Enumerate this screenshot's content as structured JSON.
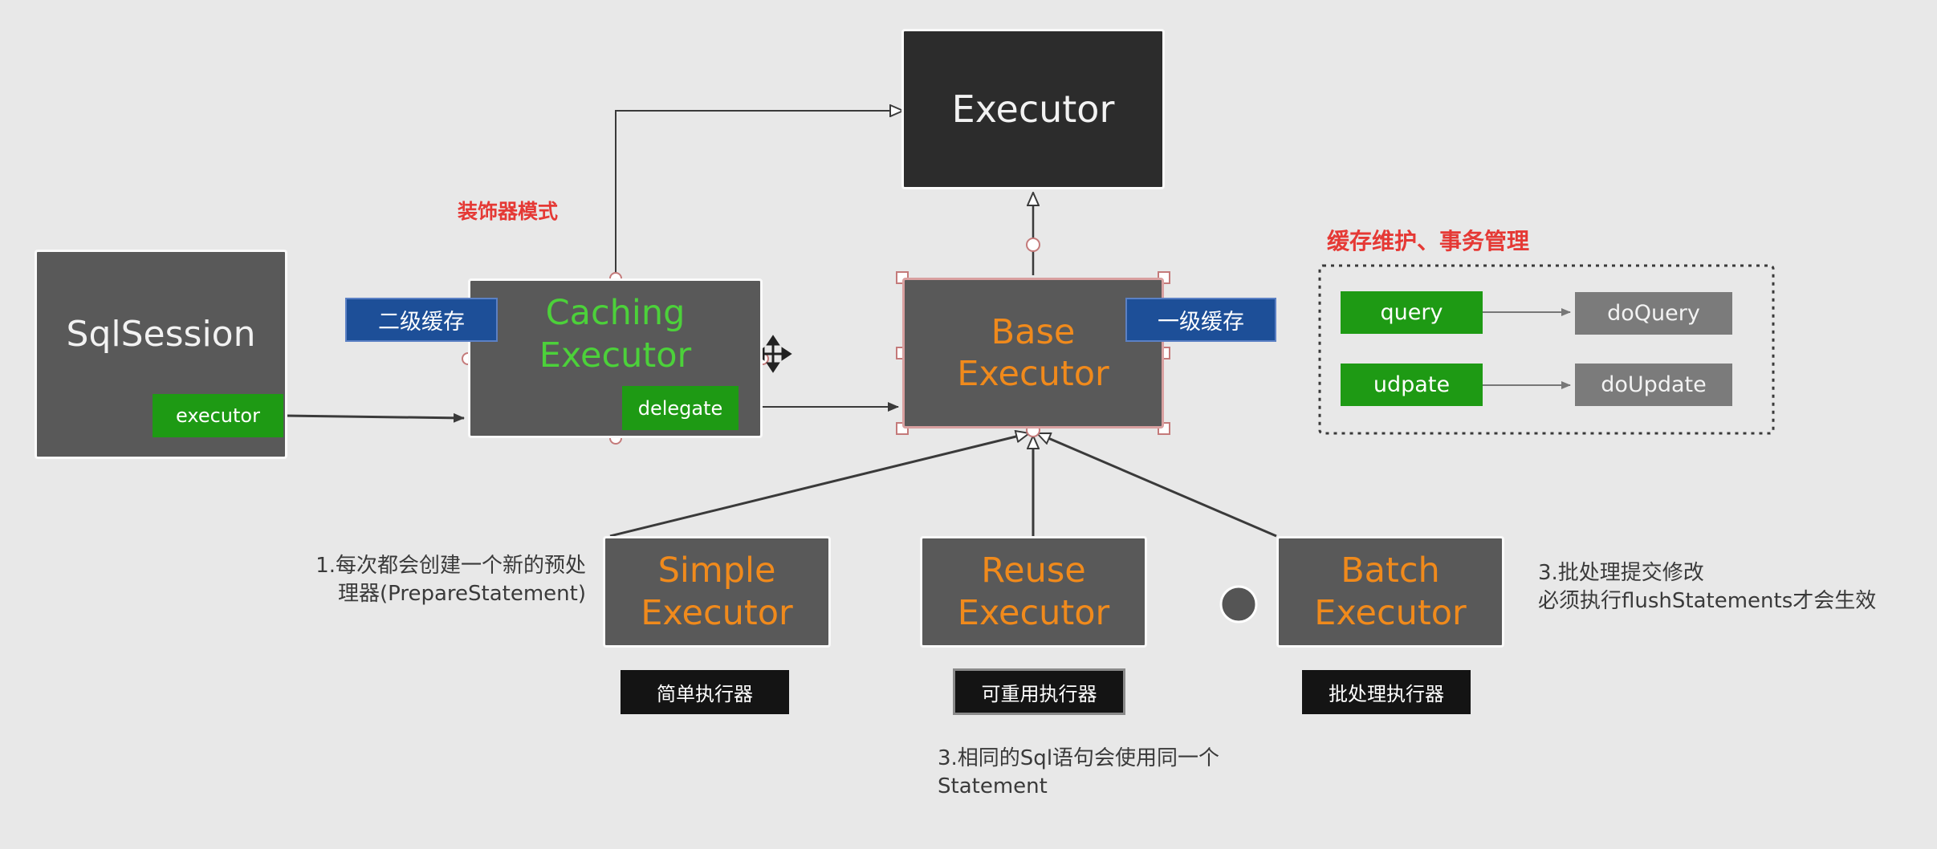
{
  "nodes": {
    "executor": "Executor",
    "sqlsession": "SqlSession",
    "sqlsession_field": "executor",
    "caching_line1": "Caching",
    "caching_line2": "Executor",
    "caching_field": "delegate",
    "base_line1": "Base",
    "base_line2": "Executor",
    "simple_line1": "Simple",
    "simple_line2": "Executor",
    "reuse_line1": "Reuse",
    "reuse_line2": "Executor",
    "batch_line1": "Batch",
    "batch_line2": "Executor"
  },
  "tags": {
    "second_cache": "二级缓存",
    "first_cache": "一级缓存",
    "simple_cn": "简单执行器",
    "reuse_cn": "可重用执行器",
    "batch_cn": "批处理执行器"
  },
  "annotations": {
    "decorator": "装饰器模式",
    "cache_tx": "缓存维护、事务管理",
    "simple_note_line1": "1.每次都会创建一个新的预处",
    "simple_note_line2": "理器(PrepareStatement)",
    "reuse_note_line1": "3.相同的Sql语句会使用同一个",
    "reuse_note_line2": "Statement",
    "batch_note_line1": "3.批处理提交修改",
    "batch_note_line2": "必须执行flushStatements才会生效"
  },
  "methods": {
    "query": "query",
    "do_query": "doQuery",
    "update": "udpate",
    "do_update": "doUpdate"
  },
  "colors": {
    "background": "#e8e8e8",
    "dark_box": "#2c2c2c",
    "grey_box": "#595959",
    "orange_text": "#f08a1c",
    "green_text": "#4cd13a",
    "green_tag": "#1e9a14",
    "blue_tag": "#1d4f98",
    "red_note": "#e53935"
  }
}
